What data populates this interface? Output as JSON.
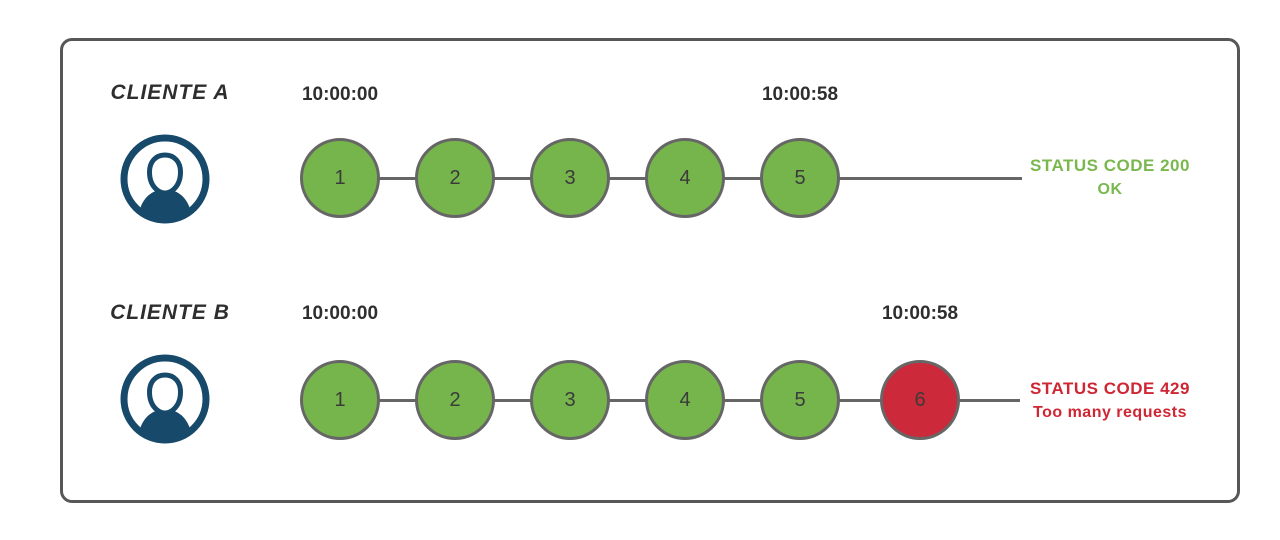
{
  "colors": {
    "success": "#76b44c",
    "error": "#cc2a3a",
    "success_text": "#7ab84f",
    "error_text": "#cf2633",
    "circle_border": "#666666",
    "line": "#666666",
    "box_border": "#575757",
    "text_dark": "#2e2e2e",
    "avatar": "#17496b"
  },
  "rows": [
    {
      "client": "CLIENTE A",
      "start_time": "10:00:00",
      "end_time": "10:00:58",
      "requests": [
        {
          "label": "1",
          "state": "ok"
        },
        {
          "label": "2",
          "state": "ok"
        },
        {
          "label": "3",
          "state": "ok"
        },
        {
          "label": "4",
          "state": "ok"
        },
        {
          "label": "5",
          "state": "ok"
        }
      ],
      "status_line1": "STATUS CODE 200",
      "status_line2": "OK"
    },
    {
      "client": "CLIENTE B",
      "start_time": "10:00:00",
      "end_time": "10:00:58",
      "requests": [
        {
          "label": "1",
          "state": "ok"
        },
        {
          "label": "2",
          "state": "ok"
        },
        {
          "label": "3",
          "state": "ok"
        },
        {
          "label": "4",
          "state": "ok"
        },
        {
          "label": "5",
          "state": "ok"
        },
        {
          "label": "6",
          "state": "error"
        }
      ],
      "status_line1": "STATUS CODE 429",
      "status_line2": "Too many requests"
    }
  ],
  "icons": {
    "avatar": "user-avatar-icon"
  }
}
